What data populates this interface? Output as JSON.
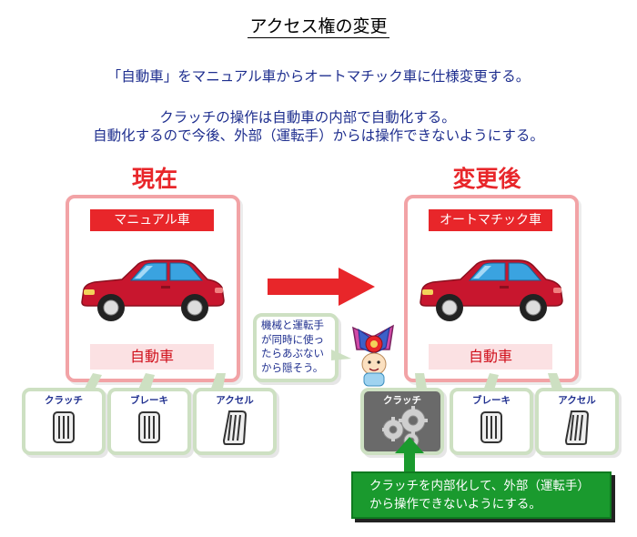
{
  "title": "アクセス権の変更",
  "description": {
    "line1": "「自動車」をマニュアル車からオートマチック車に仕様変更する。",
    "line2": "クラッチの操作は自動車の内部で自動化する。",
    "line3": "自動化するので今後、外部（運転手）からは操作できないようにする。"
  },
  "before": {
    "heading": "現在",
    "car_type": "マニュアル車",
    "object_label": "自動車",
    "pedals": [
      {
        "label": "クラッチ"
      },
      {
        "label": "ブレーキ"
      },
      {
        "label": "アクセル"
      }
    ]
  },
  "after": {
    "heading": "変更後",
    "car_type": "オートマチック車",
    "object_label": "自動車",
    "pedals": [
      {
        "label": "クラッチ"
      },
      {
        "label": "ブレーキ"
      },
      {
        "label": "アクセル"
      }
    ]
  },
  "speech_bubble": {
    "line1": "機械と運転手",
    "line2": "が同時に使っ",
    "line3": "たらあぶない",
    "line4": "から隠そう。"
  },
  "callout": {
    "line1": "クラッチを内部化して、外部（運転手）",
    "line2": "から操作できないようにする。"
  },
  "colors": {
    "heading_red": "#e8262a",
    "panel_border": "#f2a3a6",
    "card_border": "#cde0c2",
    "callout_green": "#1a9a2e",
    "text_blue": "#1f2f8f"
  }
}
